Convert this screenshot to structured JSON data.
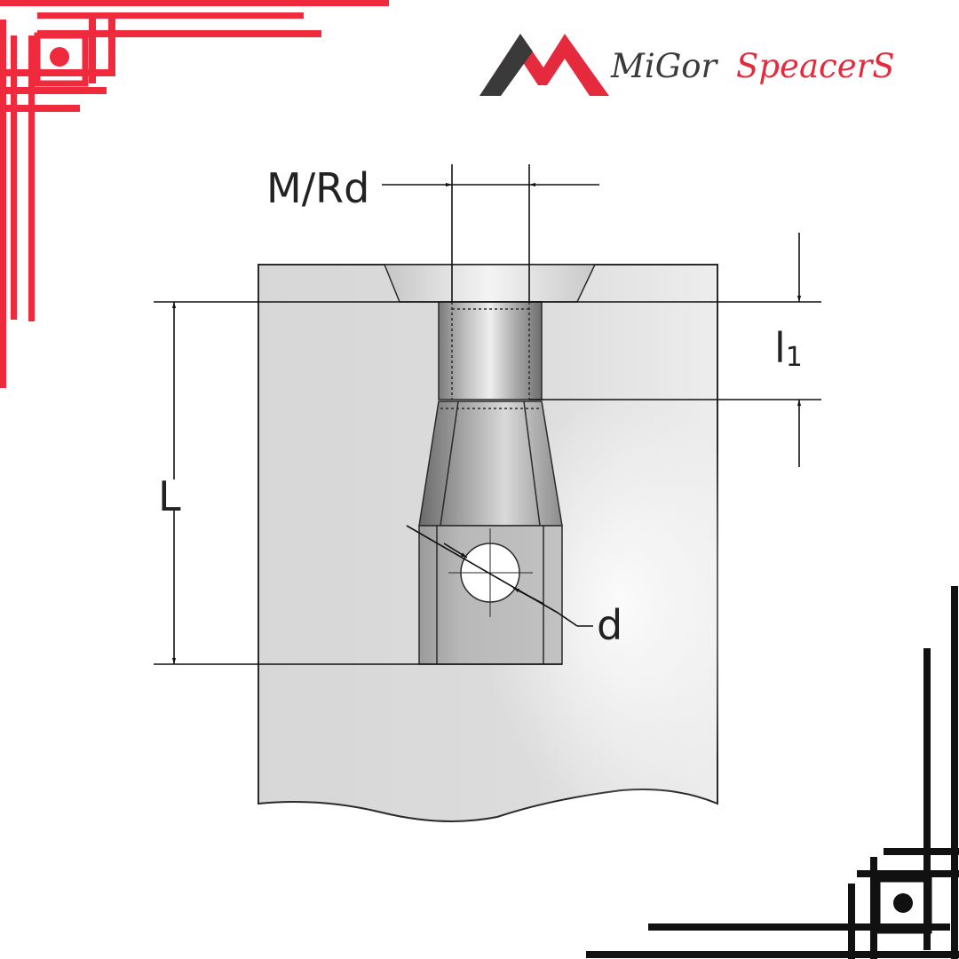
{
  "brand": {
    "name_dark": "MiGor",
    "name_red": "SpeacerS",
    "logo_icon": "double-mountain-M-logo",
    "colors": {
      "dark": "#3a3a3a",
      "red": "#e42a3c"
    }
  },
  "frame_colors": {
    "top_left": "#ee2a3c",
    "bottom_right": "#111111"
  },
  "diagram": {
    "labels": {
      "thread": "M/Rd",
      "length": "L",
      "thread_depth_base": "l",
      "thread_depth_sub": "1",
      "hole": "d"
    }
  }
}
